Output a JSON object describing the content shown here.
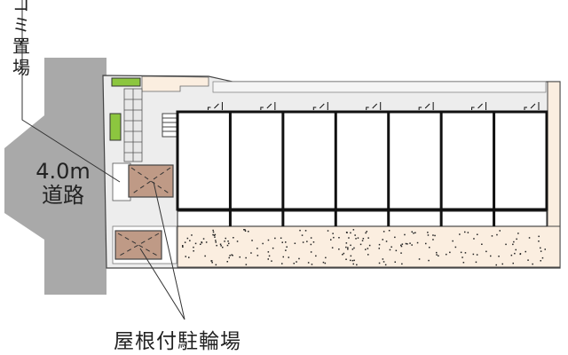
{
  "labels": {
    "garbage_area": "ゴミ置場",
    "road_width": "4.0m",
    "road": "道路",
    "covered_bicycle_parking": "屋根付駐輪場"
  },
  "colors": {
    "road": "#a9a9a9",
    "bicycle_parking": "#bf9a86",
    "paving": "#fbeee0",
    "planting": "#8cc63f",
    "site": "#ededed"
  },
  "units_count": 7
}
